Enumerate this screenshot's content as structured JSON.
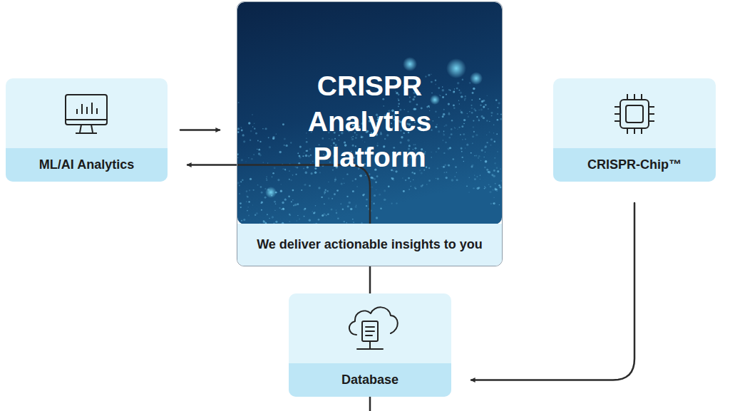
{
  "diagram": {
    "nodes": [
      {
        "text": [
          "ML/AI Analytics"
        ]
      },
      {
        "text": [
          "CRISPR Analytics Platform",
          "We deliver actionable insights to you"
        ]
      },
      {
        "text": [
          "CRISPR-Chip™"
        ]
      },
      {
        "text": [
          "Database"
        ]
      }
    ],
    "edges": [
      {
        "from": 0,
        "to": 1,
        "arrow": "to"
      },
      {
        "from": 2,
        "to": 3,
        "arrow": "to"
      },
      {
        "from": 3,
        "to": 0,
        "arrow": "to"
      }
    ]
  }
}
